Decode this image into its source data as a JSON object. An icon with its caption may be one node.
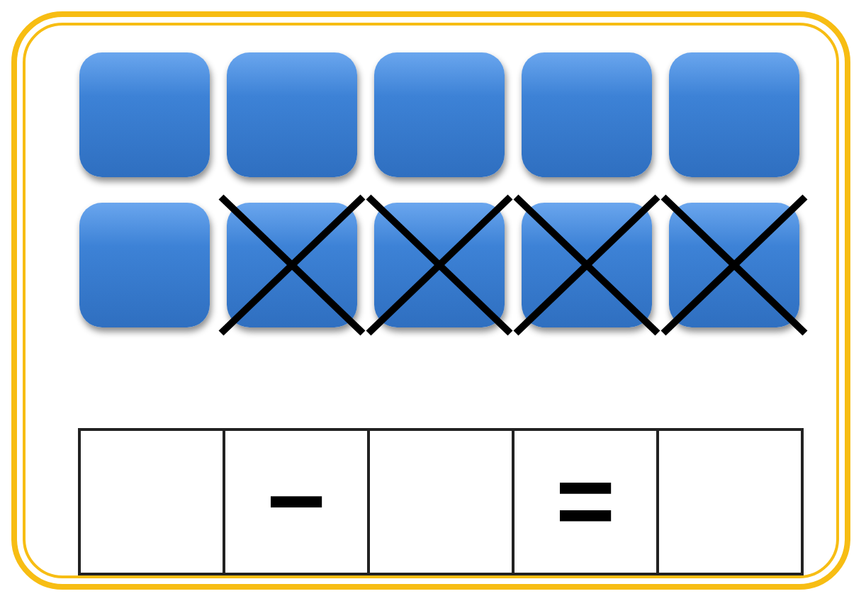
{
  "diagram": {
    "nodes": [
      {
        "text": [],
        "shape": "box"
      },
      {
        "text": [
          "−"
        ]
      },
      {
        "text": [],
        "shape": "box"
      },
      {
        "text": [
          "="
        ]
      },
      {
        "text": [],
        "shape": "box"
      }
    ]
  }
}
